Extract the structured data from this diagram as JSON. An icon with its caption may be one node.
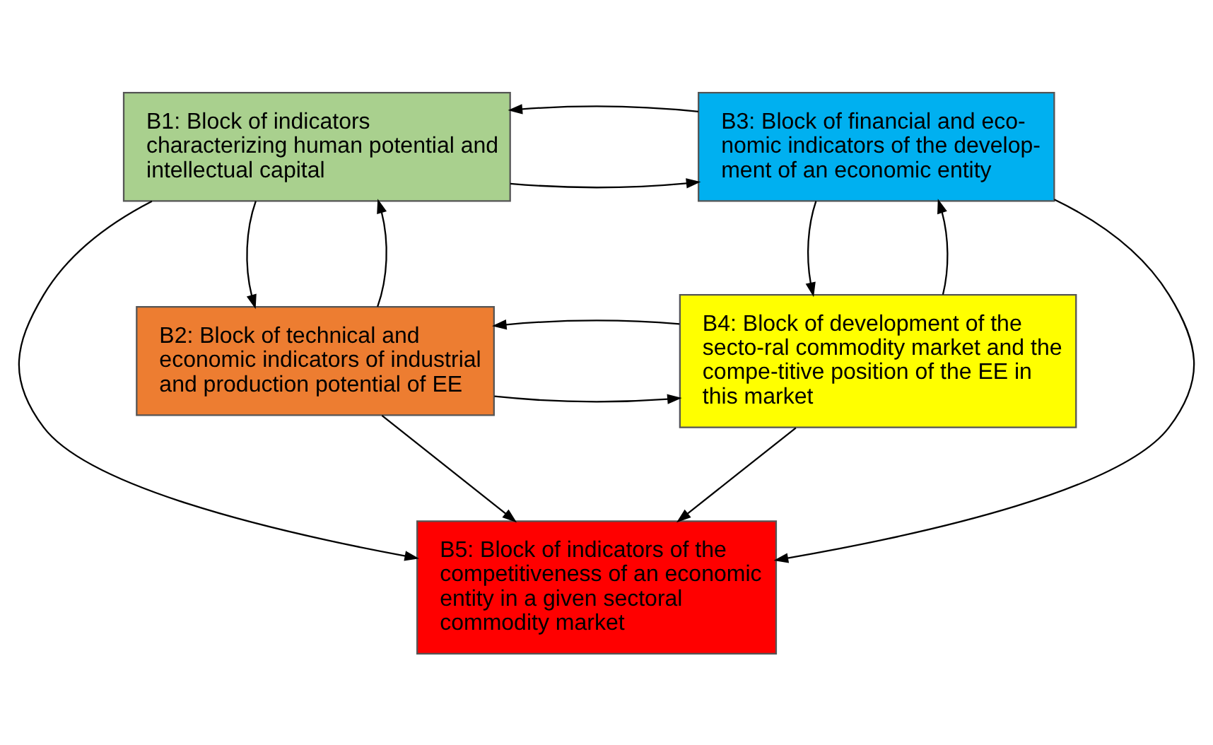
{
  "diagram": {
    "nodes": [
      {
        "text": [
          "B1: Block of indicators characterizing human potential and intellectual capital"
        ]
      },
      {
        "text": [
          "B3: Block of financial and eco- nomic indicators of the develop- ment of an economic entity"
        ]
      },
      {
        "text": [
          "B5: Block of indicators of the competitiveness of an economic entity in a given sectoral commodity market"
        ]
      },
      {
        "text": [
          "B2: Block of technical and economic indicators of industrial and production potential of EE"
        ]
      },
      {
        "text": [
          "B4: Block of development of the secto-ral commodity market and the compe-titive position of the EE in this market"
        ]
      }
    ],
    "edges": [
      {
        "from": 0,
        "to": 1,
        "arrow": "to"
      },
      {
        "from": 1,
        "to": 0,
        "arrow": "to"
      },
      {
        "from": 0,
        "to": 3,
        "arrow": "to"
      },
      {
        "from": 3,
        "to": 0,
        "arrow": "to"
      },
      {
        "from": 0,
        "to": 2,
        "arrow": "to"
      },
      {
        "from": 1,
        "to": 2,
        "arrow": "to"
      },
      {
        "from": 1,
        "to": 4,
        "arrow": "to"
      },
      {
        "from": 4,
        "to": 1,
        "arrow": "to"
      },
      {
        "from": 3,
        "to": 2,
        "arrow": "to"
      },
      {
        "from": 4,
        "to": 2,
        "arrow": "to"
      },
      {
        "from": 3,
        "to": 4,
        "arrow": "to"
      },
      {
        "from": 4,
        "to": 3,
        "arrow": "to"
      }
    ]
  }
}
